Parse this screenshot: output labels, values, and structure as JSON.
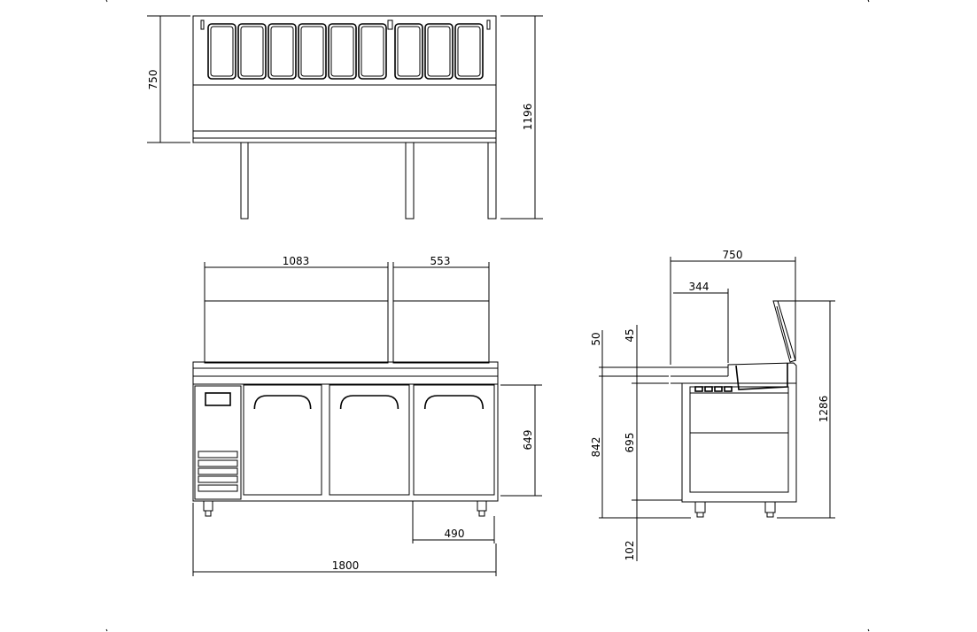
{
  "top_view": {
    "height_label": "750",
    "total_height_label": "1196",
    "pan_count": 9
  },
  "front_view": {
    "width_left_label": "1083",
    "width_right_label": "553",
    "body_height_label": "649",
    "door_width_label": "490",
    "total_width_label": "1800",
    "door_count": 3
  },
  "side_view": {
    "depth_label": "750",
    "pan_depth_label": "344",
    "top_thickness_label": "50",
    "rim_label": "45",
    "counter_height_label": "842",
    "cabinet_height_label": "695",
    "leg_height_label": "102",
    "total_height_label": "1286"
  }
}
